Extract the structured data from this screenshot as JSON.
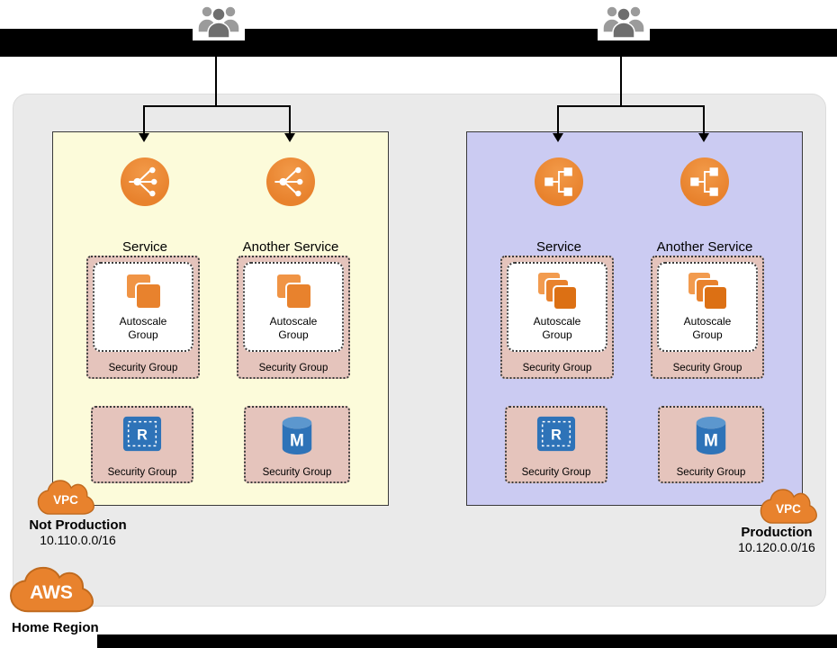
{
  "region": {
    "label": "Home Region",
    "aws_cloud": "AWS"
  },
  "vpc_left": {
    "cloud": "VPC",
    "name": "Not Production",
    "cidr": "10.110.0.0/16",
    "services": {
      "a": {
        "title": "Service",
        "autoscale": "Autoscale Group",
        "security_group": "Security Group"
      },
      "b": {
        "title": "Another Service",
        "autoscale": "Autoscale Group",
        "security_group": "Security Group"
      }
    },
    "cache_security_group": "Security Group",
    "db_security_group": "Security Group"
  },
  "vpc_right": {
    "cloud": "VPC",
    "name": "Production",
    "cidr": "10.120.0.0/16",
    "services": {
      "a": {
        "title": "Service",
        "autoscale": "Autoscale Group",
        "security_group": "Security Group"
      },
      "b": {
        "title": "Another Service",
        "autoscale": "Autoscale Group",
        "security_group": "Security Group"
      }
    },
    "cache_security_group": "Security Group",
    "db_security_group": "Security Group"
  },
  "icons": {
    "users": "user-group",
    "load_balancer_left": "classic-load-balancer",
    "load_balancer_right": "application-load-balancer",
    "autoscale": "ec2-instance-stack",
    "cache": "elasticache-R",
    "database": "database-M",
    "cloud": "aws-cloud"
  },
  "colors": {
    "region_bg": "#EAEAEA",
    "vpc_left_bg": "#FCFBDA",
    "vpc_right_bg": "#CBCBF2",
    "security_group_bg": "#E5C4BC",
    "aws_orange": "#E8822D",
    "icon_blue": "#2E73B8",
    "redaction": "#000000"
  }
}
